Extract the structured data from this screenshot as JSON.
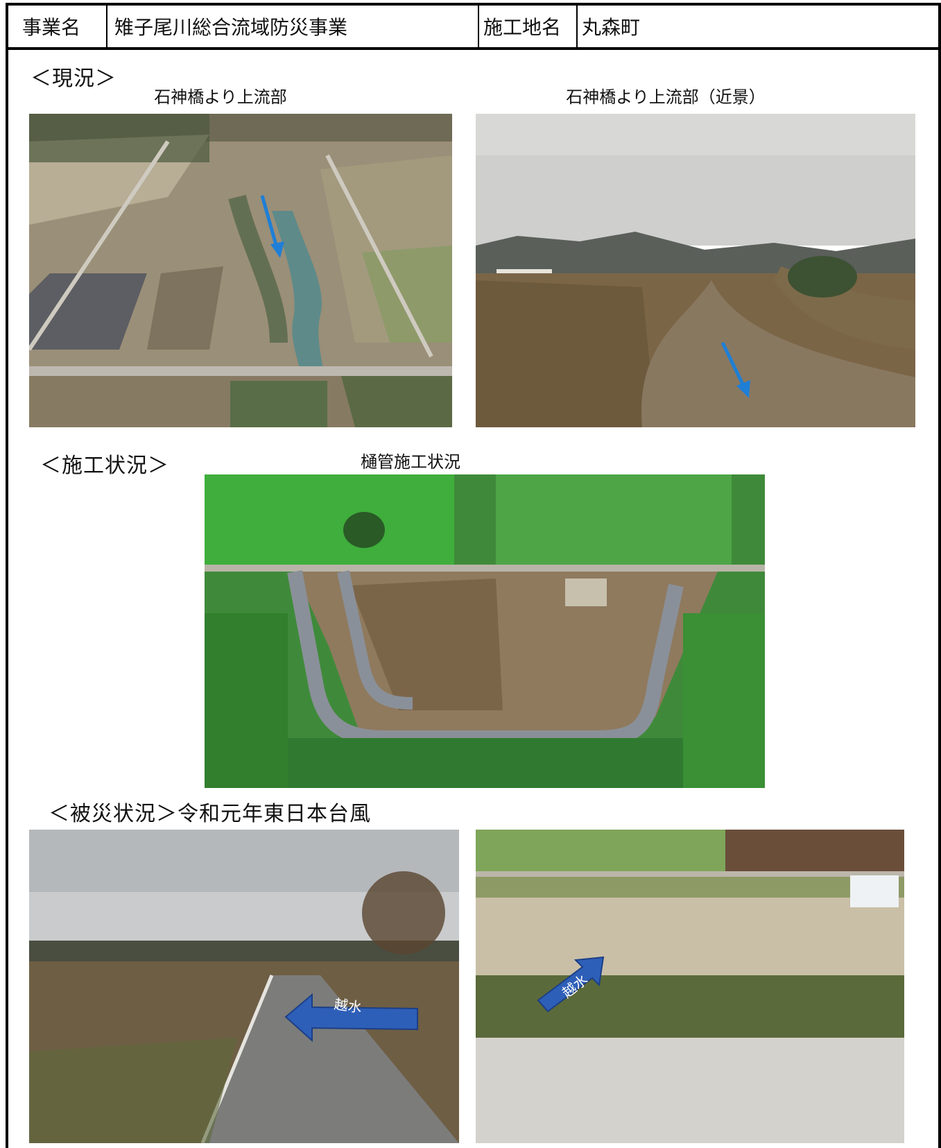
{
  "header": {
    "project_label": "事業名",
    "project_name": "雉子尾川総合流域防災事業",
    "site_label": "施工地名",
    "site_name": "丸森町"
  },
  "sections": {
    "current": "＜現況＞",
    "construction": "＜施工状況＞",
    "damage": "＜被災状況＞令和元年東日本台風"
  },
  "captions": {
    "photo1": "石神橋より上流部",
    "photo2": "石神橋より上流部（近景）",
    "photo3": "樋管施工状況"
  },
  "annotations": {
    "overflow_label_1": "越水",
    "overflow_label_2": "越水"
  },
  "colors": {
    "arrow_blue": "#1f7fd6",
    "label_arrow_fill": "#2e5fb8",
    "border": "#000000"
  }
}
